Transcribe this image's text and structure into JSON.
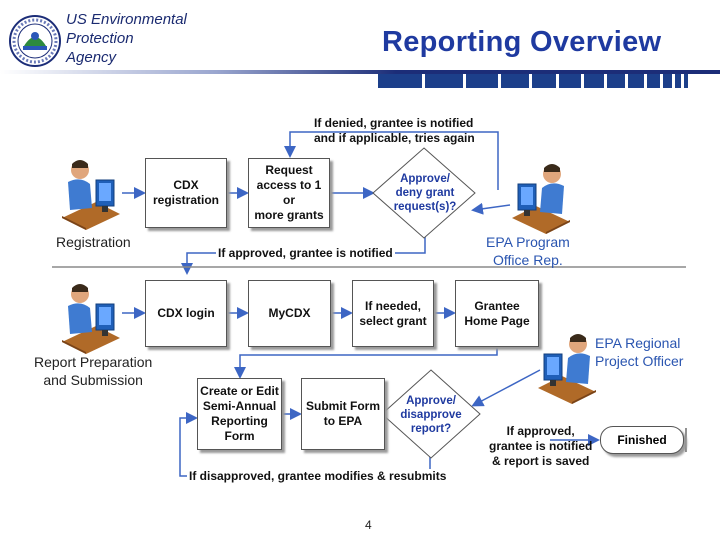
{
  "header": {
    "agency_name": "US Environmental\nProtection\nAgency",
    "slide_title": "Reporting Overview",
    "colors": {
      "title_blue": "#1f3aa0",
      "bar_navy": "#1c2d78",
      "arrow_blue": "#3d66c4"
    }
  },
  "diagram": {
    "boxes": {
      "cdx_registration": "CDX\nregistration",
      "request_access": "Request\naccess to 1 or\nmore grants",
      "cdx_login": "CDX login",
      "mycdx": "MyCDX",
      "select_grant": "If needed,\nselect grant",
      "grantee_home": "Grantee\nHome Page",
      "create_edit": "Create or Edit\nSemi-Annual\nReporting\nForm",
      "submit_form": "Submit Form\nto EPA",
      "finished": "Finished"
    },
    "decisions": {
      "approve_grant": "Approve/\ndeny grant\nrequest(s)?",
      "approve_report": "Approve/\ndisapprove\nreport?"
    },
    "notes": {
      "denied": "If denied, grantee is notified\nand if applicable, tries again",
      "approved": "If approved, grantee is notified",
      "approved_report": "If approved,\ngrantee is notified\n& report is saved",
      "disapproved": "If disapproved, grantee modifies & resubmits"
    },
    "labels": {
      "registration": "Registration",
      "report_prep": "Report Preparation\nand Submission",
      "program_office": "EPA Program\nOffice Rep.",
      "regional_officer": "EPA Regional\nProject Officer"
    }
  },
  "footer": {
    "page_number": "4"
  }
}
